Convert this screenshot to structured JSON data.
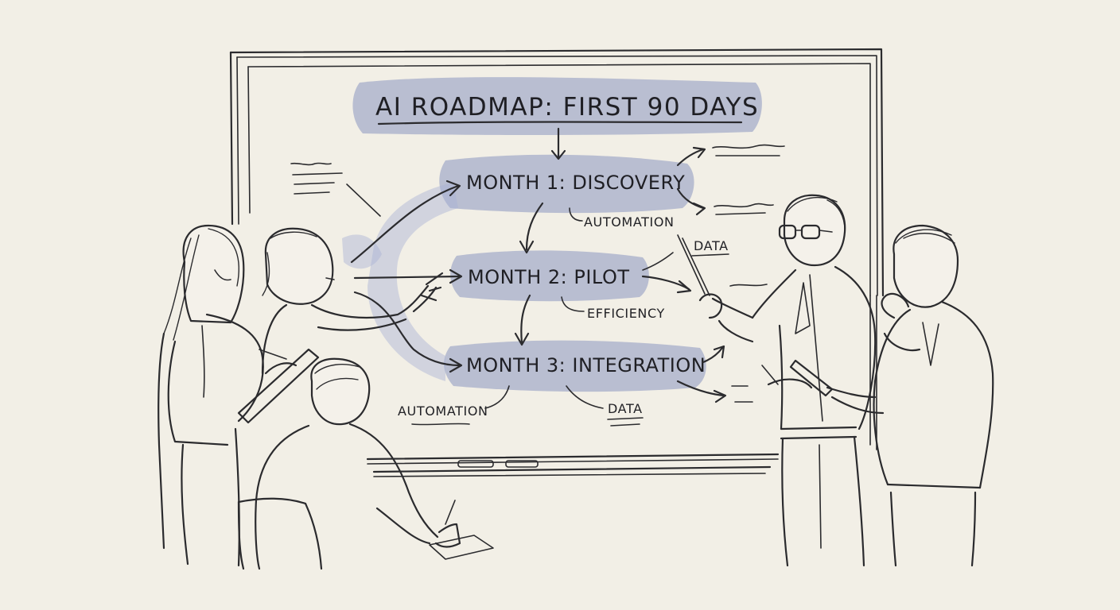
{
  "whiteboard": {
    "title": "AI ROADMAP: FIRST 90 DAYS",
    "months": [
      {
        "label": "MONTH 1: DISCOVERY"
      },
      {
        "label": "MONTH 2: PILOT"
      },
      {
        "label": "MONTH 3: INTEGRATION"
      }
    ],
    "labels": {
      "automation_1": "AUTOMATION",
      "data_1": "DATA",
      "efficiency": "EFFICIENCY",
      "automation_2": "AUTOMATION",
      "data_2": "DATA"
    }
  },
  "colors": {
    "paper": "#f2efe6",
    "ink": "#2b2b2e",
    "wash": "#8b96bf"
  }
}
